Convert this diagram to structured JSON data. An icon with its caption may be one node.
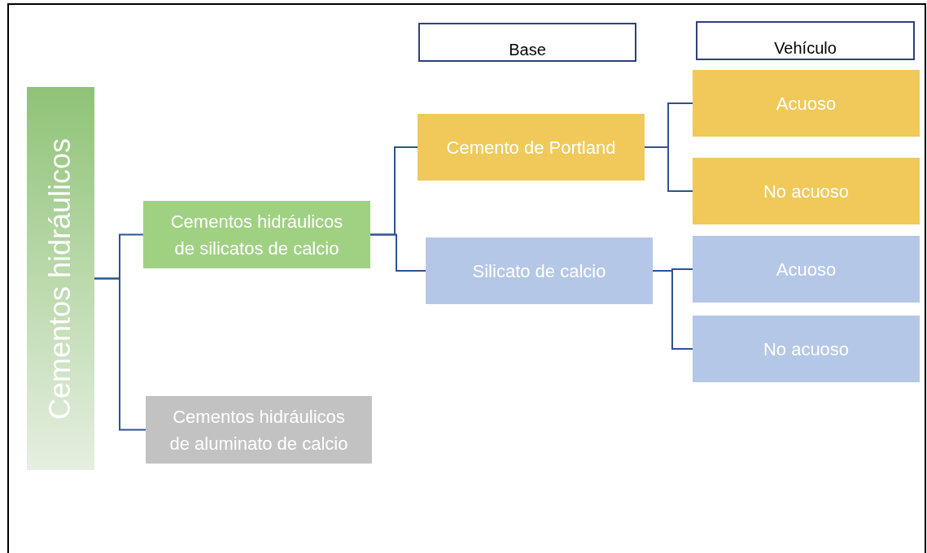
{
  "diagram": {
    "nodes": [
      {
        "text": [
          "Base"
        ]
      },
      {
        "text": [
          "Vehículo"
        ]
      },
      {
        "text": [
          "Cementos hidráulicos"
        ]
      },
      {
        "text": [
          "Cementos hidráulicos de silicatos de calcio"
        ]
      },
      {
        "text": [
          "Cementos hidráulicos de aluminato de calcio"
        ]
      },
      {
        "text": [
          "Cemento de Portland"
        ]
      },
      {
        "text": [
          "Acuoso"
        ]
      },
      {
        "text": [
          "No acuoso"
        ]
      },
      {
        "text": [
          "Silicato de calcio"
        ]
      },
      {
        "text": [
          "Acuoso"
        ]
      },
      {
        "text": [
          "No acuoso"
        ]
      }
    ],
    "edges": [
      {
        "from": 2,
        "to": 3,
        "arrow": "none"
      },
      {
        "from": 2,
        "to": 4,
        "arrow": "none"
      },
      {
        "from": 3,
        "to": 5,
        "arrow": "none"
      },
      {
        "from": 3,
        "to": 8,
        "arrow": "none"
      },
      {
        "from": 5,
        "to": 6,
        "arrow": "none"
      },
      {
        "from": 5,
        "to": 7,
        "arrow": "none"
      },
      {
        "from": 8,
        "to": 9,
        "arrow": "none"
      },
      {
        "from": 8,
        "to": 10,
        "arrow": "none"
      }
    ]
  }
}
